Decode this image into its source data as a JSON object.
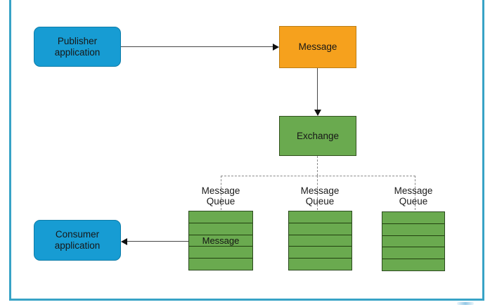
{
  "diagram": {
    "publisher": {
      "line1": "Publisher",
      "line2": "application"
    },
    "message": {
      "label": "Message"
    },
    "exchange": {
      "label": "Exchange"
    },
    "consumer": {
      "line1": "Consumer",
      "line2": "application"
    },
    "queues": [
      {
        "label_line1": "Message",
        "label_line2": "Queue",
        "rows": [
          "",
          "",
          "Message",
          "",
          ""
        ]
      },
      {
        "label_line1": "Message",
        "label_line2": "Queue",
        "rows": [
          "",
          "",
          "",
          "",
          ""
        ]
      },
      {
        "label_line1": "Message",
        "label_line2": "Queue",
        "rows": [
          "",
          "",
          "",
          "",
          ""
        ]
      }
    ],
    "colors": {
      "application_node": "#179cd3",
      "message_node": "#f6a11d",
      "exchange_node": "#6aaa4f",
      "queue_node": "#6aaa4f",
      "frame_border": "#38a3c6",
      "dashed_line": "#8a8a8a",
      "arrow": "#101010"
    }
  }
}
